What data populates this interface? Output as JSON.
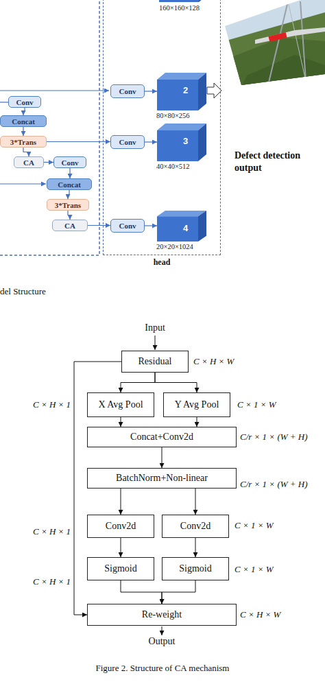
{
  "diagram": {
    "caption": "Figure 2. Structure of CA mechanism",
    "nodes": [
      {
        "text": [
          "Conv"
        ]
      },
      {
        "text": [
          "Concat"
        ]
      },
      {
        "text": [
          "3*Trans"
        ]
      },
      {
        "text": [
          "CA"
        ]
      },
      {
        "text": [
          "Conv"
        ]
      },
      {
        "text": [
          "Concat"
        ]
      },
      {
        "text": [
          "3*Trans"
        ]
      },
      {
        "text": [
          "CA"
        ]
      },
      {
        "text": [
          "head"
        ]
      },
      {
        "text": [
          "Conv"
        ],
        "in": 8
      },
      {
        "text": [
          "2"
        ],
        "in": 8
      },
      {
        "text": [
          "Conv"
        ],
        "in": 8
      },
      {
        "text": [
          "3"
        ],
        "in": 8
      },
      {
        "text": [
          "Conv"
        ],
        "in": 8
      },
      {
        "text": [
          "4"
        ],
        "in": 8
      },
      {
        "text": [
          "Residual"
        ]
      },
      {
        "text": [
          "X Avg Pool"
        ]
      },
      {
        "text": [
          "Y Avg Pool"
        ]
      },
      {
        "text": [
          "Concat+Conv2d"
        ]
      },
      {
        "text": [
          "BatchNorm+Non-linear"
        ]
      },
      {
        "text": [
          "Conv2d"
        ]
      },
      {
        "text": [
          "Conv2d"
        ]
      },
      {
        "text": [
          "Sigmoid"
        ]
      },
      {
        "text": [
          "Sigmoid"
        ]
      },
      {
        "text": [
          "Re-weight"
        ]
      }
    ],
    "edges": [
      {
        "from": 0,
        "to": 1,
        "arrow": "to"
      },
      {
        "from": 1,
        "to": 2,
        "arrow": "to"
      },
      {
        "from": 2,
        "to": 3,
        "arrow": "to"
      },
      {
        "from": 3,
        "to": 4,
        "arrow": "to"
      },
      {
        "from": 4,
        "to": 5,
        "arrow": "to"
      },
      {
        "from": 5,
        "to": 6,
        "arrow": "to"
      },
      {
        "from": 6,
        "to": 7,
        "arrow": "to"
      },
      {
        "from": 2,
        "to": 11,
        "arrow": "to"
      },
      {
        "from": 7,
        "to": 13,
        "arrow": "to"
      },
      {
        "from": 9,
        "to": 10,
        "arrow": "to"
      },
      {
        "from": 11,
        "to": 12,
        "arrow": "to"
      },
      {
        "from": 13,
        "to": 14,
        "arrow": "to"
      },
      {
        "from": 15,
        "to": 16,
        "arrow": "to"
      },
      {
        "from": 15,
        "to": 17,
        "arrow": "to"
      },
      {
        "from": 16,
        "to": 18,
        "arrow": "to"
      },
      {
        "from": 17,
        "to": 18,
        "arrow": "to"
      },
      {
        "from": 18,
        "to": 19,
        "arrow": "to"
      },
      {
        "from": 19,
        "to": 20,
        "arrow": "to"
      },
      {
        "from": 19,
        "to": 21,
        "arrow": "to"
      },
      {
        "from": 20,
        "to": 22,
        "arrow": "to"
      },
      {
        "from": 21,
        "to": 23,
        "arrow": "to"
      },
      {
        "from": 22,
        "to": 24,
        "arrow": "to"
      },
      {
        "from": 23,
        "to": 24,
        "arrow": "to"
      },
      {
        "from": 15,
        "to": 24,
        "arrow": "to"
      }
    ],
    "labels": [
      "160×160×128",
      "80×80×256",
      "40×40×512",
      "20×20×1024",
      "Defect detection output",
      "del Structure",
      "Input",
      "C × H × W",
      "C × H × 1",
      "C × 1 × W",
      "C/r × 1 × (W + H)",
      "C/r × 1 × (W + H)",
      "C × H × 1",
      "C × 1 × W",
      "C × H × 1",
      "C × 1 × W",
      "C × H × W",
      "Output"
    ]
  }
}
